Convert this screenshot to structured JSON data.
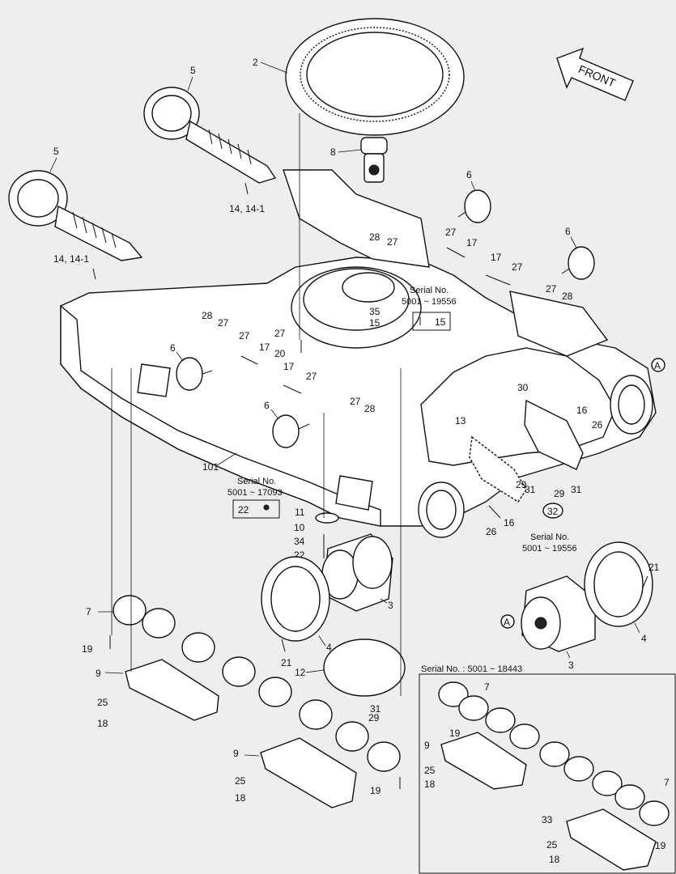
{
  "front_label": "FRONT",
  "callouts": {
    "c2": "2",
    "c5a": "5",
    "c5b": "5",
    "c8": "8",
    "c6a": "6",
    "c6b": "6",
    "c6c": "6",
    "c6d": "6",
    "c14a": "14, 14-1",
    "c14b": "14, 14-1",
    "c28a": "28",
    "c28b": "28",
    "c28c": "28",
    "c28d": "28",
    "c27a": "27",
    "c27b": "27",
    "c27c": "27",
    "c27d": "27",
    "c27e": "27",
    "c27f": "27",
    "c27g": "27",
    "c27h": "27",
    "c27i": "27",
    "c17a": "17",
    "c17b": "17",
    "c17c": "17",
    "c17d": "17",
    "c35": "35",
    "c15a": "15",
    "c15b": "15",
    "c20": "20",
    "cA1": "A",
    "cA2": "A",
    "c16a": "16",
    "c16b": "16",
    "c26a": "26",
    "c26b": "26",
    "c30": "30",
    "c13": "13",
    "c29a": "29",
    "c29b": "29",
    "c29c": "29",
    "c31a": "31",
    "c31b": "31",
    "c31c": "31",
    "c32": "32",
    "c101": "101",
    "c22a": "22",
    "c22b": "22",
    "c11": "11",
    "c10": "10",
    "c34": "34",
    "c3a": "3",
    "c3b": "3",
    "c4a": "4",
    "c4b": "4",
    "c21a": "21",
    "c21b": "21",
    "c7a": "7",
    "c7b": "7",
    "c7c": "7",
    "c19a": "19",
    "c19b": "19",
    "c19c": "19",
    "c19d": "19",
    "c9a": "9",
    "c9b": "9",
    "c9c": "9",
    "c25a": "25",
    "c25b": "25",
    "c25c": "25",
    "c25d": "25",
    "c18a": "18",
    "c18b": "18",
    "c18c": "18",
    "c18d": "18",
    "c12": "12",
    "c33": "33"
  },
  "notes": {
    "serial_19556_title": "Serial No.",
    "serial_19556_range": "5001 ~ 19556",
    "serial_17093_title": "Serial No.",
    "serial_17093_range": "5001 ~ 17093",
    "serial_19556b_title": "Serial No.",
    "serial_19556b_range": "5001 ~ 19556",
    "serial_18443": "Serial No. : 5001 ~ 18443"
  }
}
